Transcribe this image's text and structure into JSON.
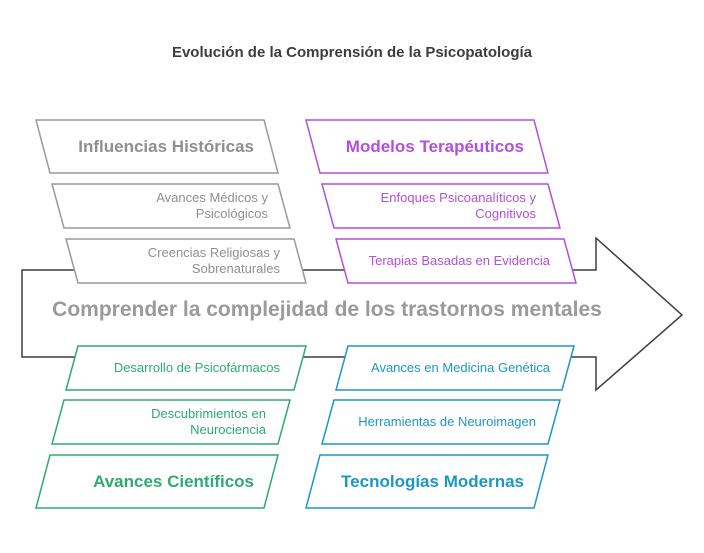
{
  "title": "Evolución de la Comprensión de la Psicopatología",
  "central": "Comprender la complejidad de los trastornos mentales",
  "colors": {
    "gray": "#9a9a9a",
    "purple": "#b44fd9",
    "green": "#2eaa72",
    "blue": "#1d97c4",
    "arrow": "#3d3d3d"
  },
  "top_left": {
    "heading": "Influencias Históricas",
    "items": [
      [
        "Avances Médicos y",
        "Psicológicos"
      ],
      [
        "Creencias Religiosas y",
        "Sobrenaturales"
      ]
    ]
  },
  "top_right": {
    "heading": "Modelos Terapéuticos",
    "items": [
      [
        "Enfoques Psicoanalíticos y",
        "Cognitivos"
      ],
      [
        "Terapias Basadas en Evidencia"
      ]
    ]
  },
  "bottom_left": {
    "heading": "Avances Científicos",
    "items": [
      [
        "Desarrollo de Psicofármacos"
      ],
      [
        "Descubrimientos en",
        "Neurociencia"
      ]
    ]
  },
  "bottom_right": {
    "heading": "Tecnologías Modernas",
    "items": [
      [
        "Avances en Medicina Genética"
      ],
      [
        "Herramientas de Neuroimagen"
      ]
    ]
  }
}
